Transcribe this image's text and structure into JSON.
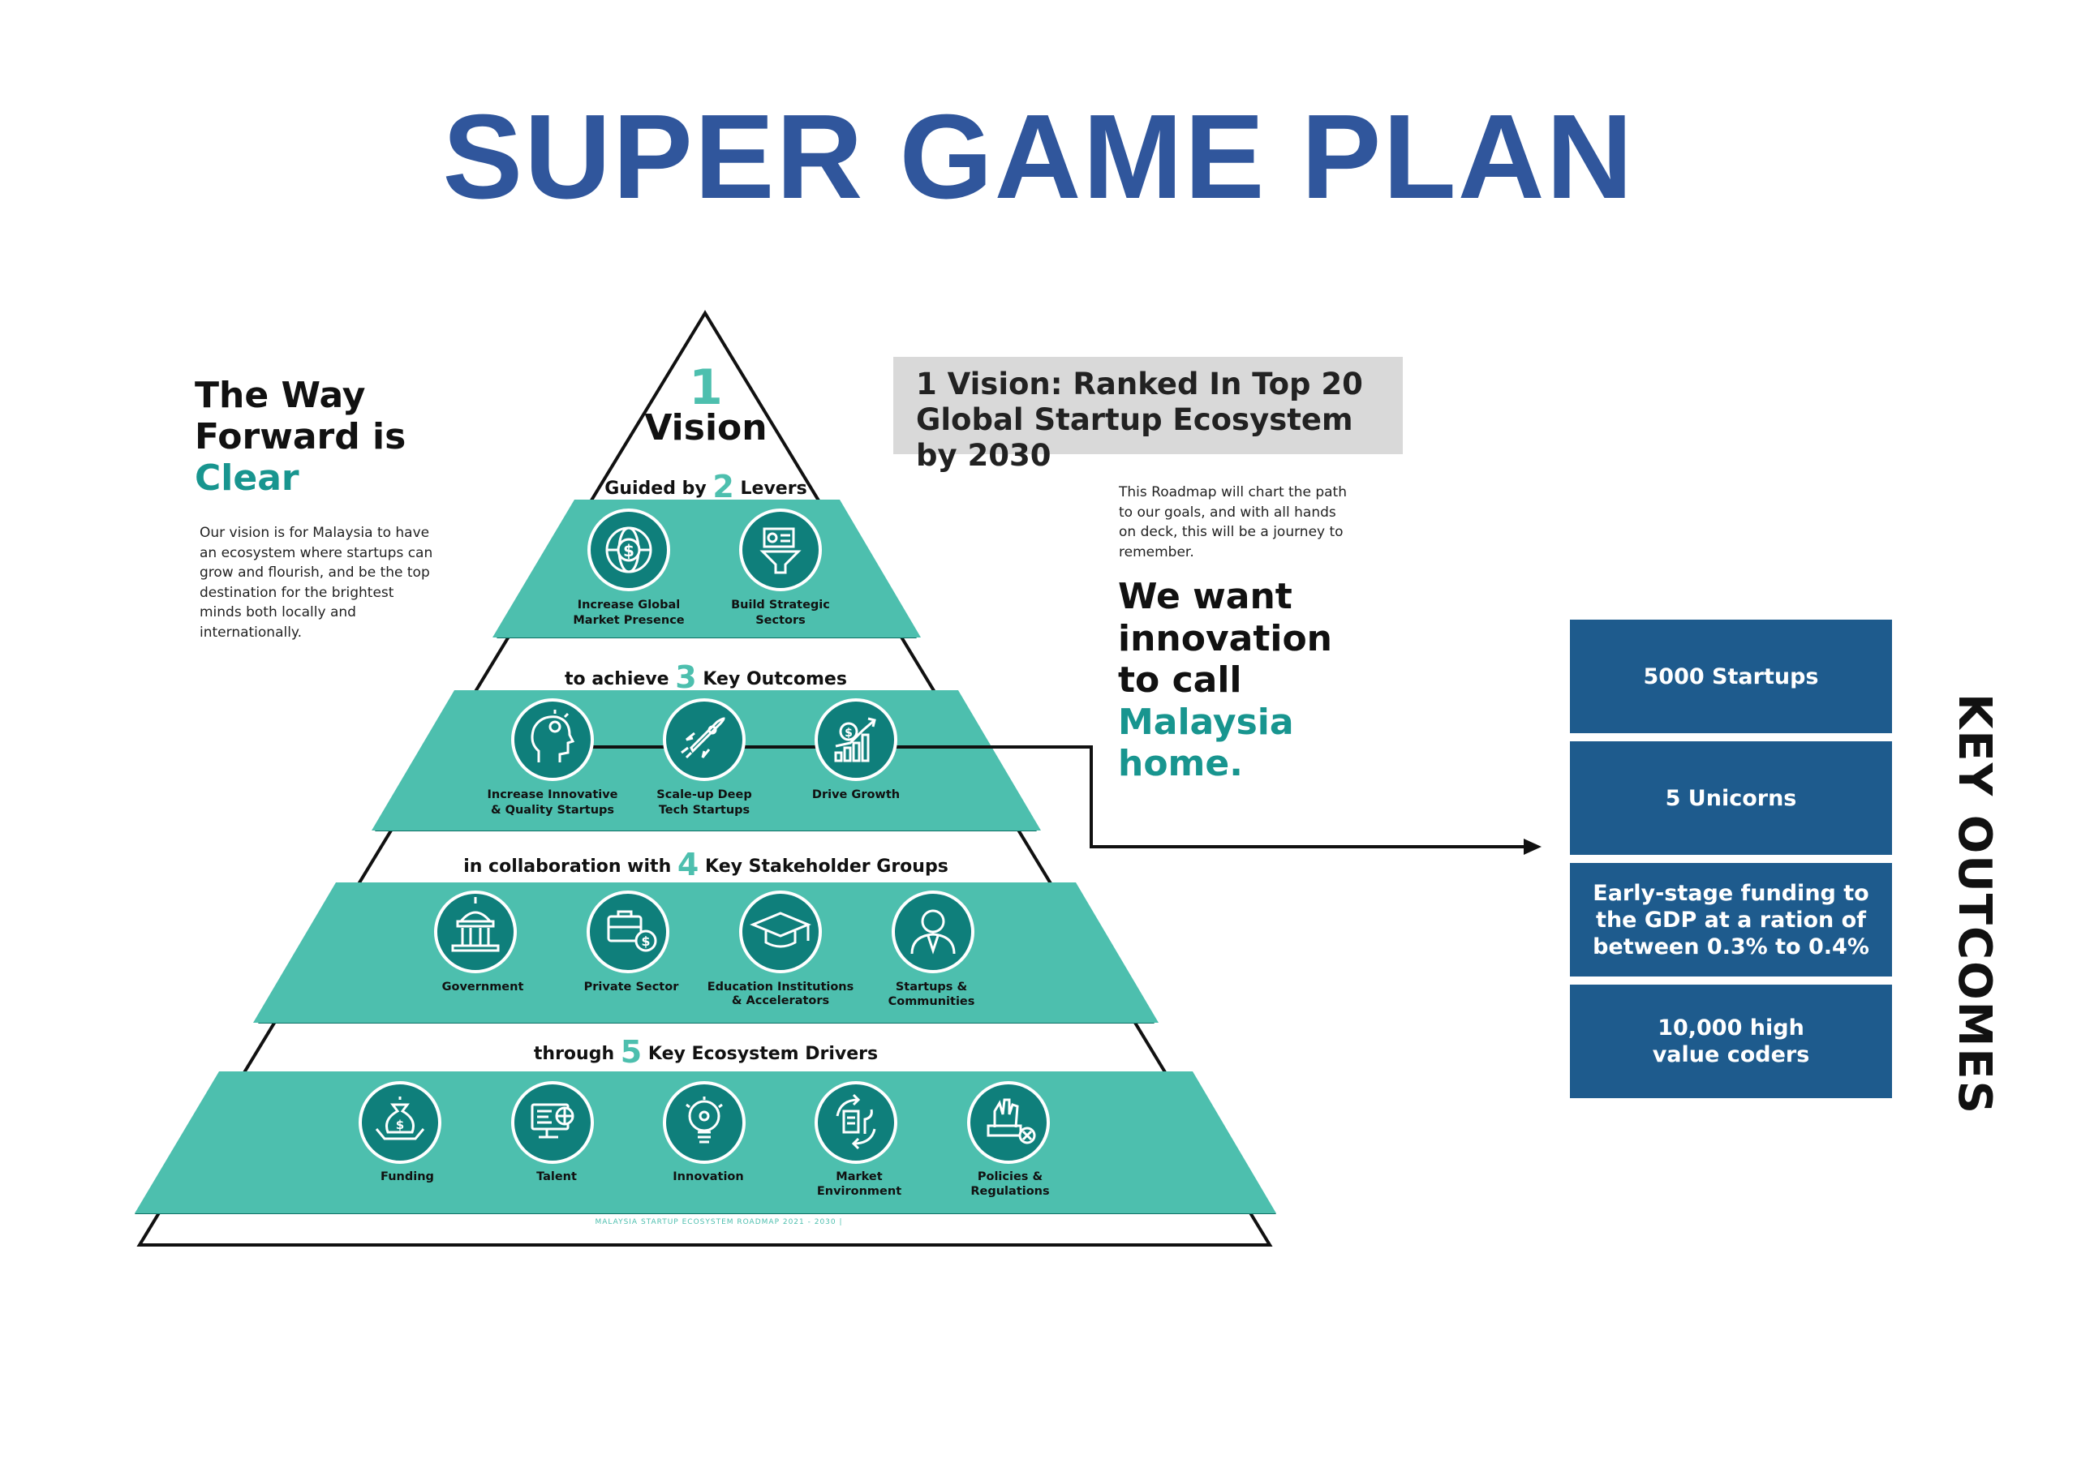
{
  "title": "SUPER GAME PLAN",
  "left": {
    "heading_line1": "The Way",
    "heading_line2": "Forward is",
    "heading_accent": "Clear",
    "description": "Our vision is for Malaysia to have an ecosystem where startups can grow and flourish, and be the top destination for the brightest minds both locally and internationally."
  },
  "pyramid": {
    "top_number": "1",
    "top_word": "Vision",
    "levels": [
      {
        "pre": "Guided by",
        "num": "2",
        "post": "Levers",
        "items": [
          {
            "icon": "globe-dollar-icon",
            "label": [
              "Increase Global",
              "Market Presence"
            ]
          },
          {
            "icon": "funnel-chart-icon",
            "label": [
              "Build Strategic",
              "Sectors"
            ]
          }
        ]
      },
      {
        "pre": "to achieve",
        "num": "3",
        "post": "Key Outcomes",
        "items": [
          {
            "icon": "head-lightbulb-icon",
            "label": [
              "Increase Innovative",
              "& Quality Startups"
            ]
          },
          {
            "icon": "rocket-icon",
            "label": [
              "Scale-up Deep",
              "Tech Startups"
            ]
          },
          {
            "icon": "growth-chart-icon",
            "label": [
              "Drive Growth"
            ]
          }
        ]
      },
      {
        "pre": "in collaboration with",
        "num": "4",
        "post": "Key Stakeholder Groups",
        "items": [
          {
            "icon": "government-building-icon",
            "label": [
              "Government"
            ]
          },
          {
            "icon": "briefcase-dollar-icon",
            "label": [
              "Private Sector"
            ]
          },
          {
            "icon": "graduation-cap-icon",
            "label": [
              "Education Institutions",
              "& Accelerators"
            ]
          },
          {
            "icon": "person-icon",
            "label": [
              "Startups &",
              "Communities"
            ]
          }
        ]
      },
      {
        "pre": "through",
        "num": "5",
        "post": "Key Ecosystem Drivers",
        "items": [
          {
            "icon": "money-bag-hands-icon",
            "label": [
              "Funding"
            ]
          },
          {
            "icon": "monitor-globe-icon",
            "label": [
              "Talent"
            ]
          },
          {
            "icon": "lightbulb-icon",
            "label": [
              "Innovation"
            ]
          },
          {
            "icon": "market-cycle-icon",
            "label": [
              "Market",
              "Environment"
            ]
          },
          {
            "icon": "policy-hand-icon",
            "label": [
              "Policies &",
              "Regulations"
            ]
          }
        ]
      }
    ],
    "footer": "MALAYSIA STARTUP ECOSYSTEM ROADMAP 2021 - 2030  |"
  },
  "vision_box": "1 Vision: Ranked In Top 20 Global Startup Ecosystem by 2030",
  "roadmap_text": "This Roadmap will chart the path to our goals, and with all hands on deck, this will be a journey to remember.",
  "we_want": {
    "line1": "We want",
    "line2": "innovation",
    "line3": "to call",
    "accent1": "Malaysia",
    "accent2": "home."
  },
  "key_outcomes": {
    "heading": "KEY OUTCOMES",
    "items": [
      "5000 Startups",
      "5 Unicorns",
      "Early-stage funding to the GDP at a ration of between 0.3% to 0.4%",
      "10,000 high value coders"
    ]
  },
  "colors": {
    "title": "#30569c",
    "teal_band": "#4dbfae",
    "teal_text": "#18958f",
    "icon_circle": "#0f7f7b",
    "outcome_box": "#1e5b8d",
    "vision_box_bg": "#d9d9d9"
  }
}
